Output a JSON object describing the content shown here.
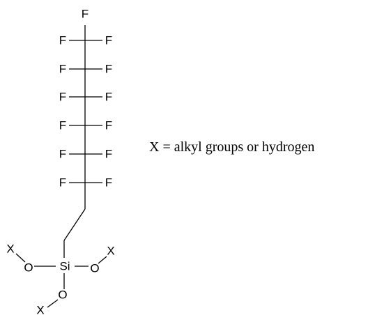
{
  "structure": {
    "carbon_chain": [
      {
        "labels": [
          "F",
          "F",
          "F"
        ]
      },
      {
        "labels": [
          "F",
          "F"
        ]
      },
      {
        "labels": [
          "F",
          "F"
        ]
      },
      {
        "labels": [
          "F",
          "F"
        ]
      },
      {
        "labels": [
          "F",
          "F"
        ]
      },
      {
        "labels": [
          "F",
          "F"
        ]
      }
    ],
    "silicon_label": "Si",
    "oxygen_label": "O",
    "substituent_label": "X"
  },
  "legend": {
    "text": "X = alkyl groups or hydrogen"
  }
}
